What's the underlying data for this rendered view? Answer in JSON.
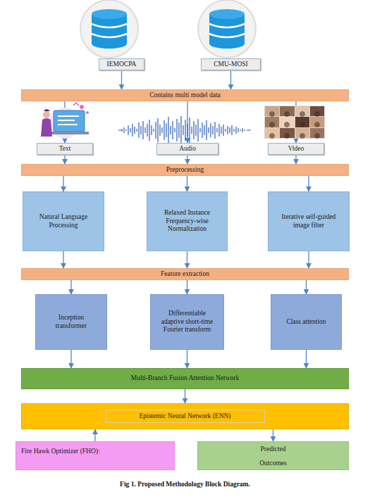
{
  "diagram": {
    "caption": "Fig 1. Proposed Methodology Block Diagram.",
    "nodes": [
      {
        "text": [
          "IEMOCPA"
        ]
      },
      {
        "text": [
          "CMU-MOSI"
        ]
      },
      {
        "text": [
          "Contains multi model data"
        ]
      },
      {
        "text": [
          "Text"
        ]
      },
      {
        "text": [
          "Audio"
        ]
      },
      {
        "text": [
          "Video"
        ]
      },
      {
        "text": [
          "Preprocessing"
        ]
      },
      {
        "text": [
          "Natural Language Processing"
        ]
      },
      {
        "text": [
          "Relaxed Instance Frequency-wise Normalization"
        ]
      },
      {
        "text": [
          "Iterative self-guided image filter"
        ]
      },
      {
        "text": [
          "Feature extraction"
        ]
      },
      {
        "text": [
          "Inception transformer"
        ]
      },
      {
        "text": [
          "Differentiable adaptive short-time Fourier transform"
        ]
      },
      {
        "text": [
          "Class attention"
        ]
      },
      {
        "text": [
          "Multi-Branch Fusion Attention Network"
        ]
      },
      {
        "text": [
          "Epistemic Neural Network (ENN)"
        ]
      },
      {
        "text": [
          "Fire Hawk Optimizer (FHO):"
        ]
      },
      {
        "text": [
          "Predicted Outcomes"
        ]
      }
    ],
    "edges": [
      {
        "from": 0,
        "to": 2,
        "arrow": "to"
      },
      {
        "from": 1,
        "to": 2,
        "arrow": "to"
      },
      {
        "from": 2,
        "to": 3,
        "arrow": "to"
      },
      {
        "from": 2,
        "to": 4,
        "arrow": "to"
      },
      {
        "from": 2,
        "to": 5,
        "arrow": "to"
      },
      {
        "from": 3,
        "to": 6,
        "arrow": "to"
      },
      {
        "from": 4,
        "to": 6,
        "arrow": "to"
      },
      {
        "from": 5,
        "to": 6,
        "arrow": "to"
      },
      {
        "from": 6,
        "to": 7,
        "arrow": "to"
      },
      {
        "from": 6,
        "to": 8,
        "arrow": "to"
      },
      {
        "from": 6,
        "to": 9,
        "arrow": "to"
      },
      {
        "from": 7,
        "to": 10,
        "arrow": "to"
      },
      {
        "from": 8,
        "to": 10,
        "arrow": "to"
      },
      {
        "from": 9,
        "to": 10,
        "arrow": "to"
      },
      {
        "from": 10,
        "to": 11,
        "arrow": "to"
      },
      {
        "from": 10,
        "to": 12,
        "arrow": "to"
      },
      {
        "from": 10,
        "to": 13,
        "arrow": "to"
      },
      {
        "from": 11,
        "to": 14,
        "arrow": "to"
      },
      {
        "from": 12,
        "to": 14,
        "arrow": "to"
      },
      {
        "from": 13,
        "to": 14,
        "arrow": "to"
      },
      {
        "from": 14,
        "to": 15,
        "arrow": "to"
      },
      {
        "from": 16,
        "to": 15,
        "arrow": "to"
      },
      {
        "from": 15,
        "to": 17,
        "arrow": "to"
      }
    ]
  }
}
